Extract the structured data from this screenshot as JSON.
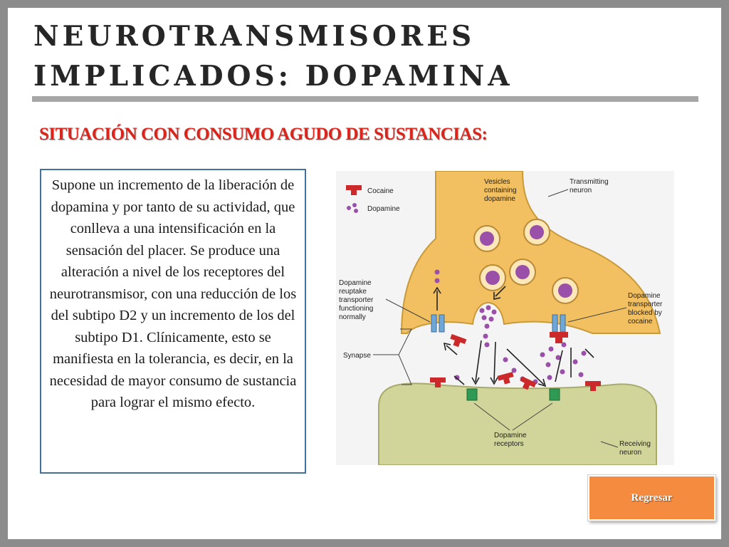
{
  "slide": {
    "title_line1": "NEUROTRANSMISORES",
    "title_line2": "IMPLICADOS: DOPAMINA",
    "subtitle": "SITUACIÓN CON CONSUMO AGUDO DE SUSTANCIAS:",
    "body_text": "Supone un incremento de la liberación de dopamina y por tanto de su actividad, que conlleva a una intensificación en la sensación del placer. Se produce una alteración a nivel de los receptores del neurotransmisor, con una reducción de los del subtipo D2 y un incremento de los del subtipo D1. Clínicamente, esto se manifiesta en la tolerancia, es decir, en la necesidad de mayor consumo de sustancia para lograr el mismo efecto."
  },
  "diagram": {
    "legend_cocaine": "Cocaine",
    "legend_dopamine": "Dopamine",
    "vesicles_l1": "Vesicles",
    "vesicles_l2": "containing",
    "vesicles_l3": "dopamine",
    "transmitting_l1": "Transmitting",
    "transmitting_l2": "neuron",
    "reuptake_l1": "Dopamine",
    "reuptake_l2": "reuptake",
    "reuptake_l3": "transporter",
    "reuptake_l4": "functioning",
    "reuptake_l5": "normally",
    "blocked_l1": "Dopamine",
    "blocked_l2": "transporter",
    "blocked_l3": "blocked by",
    "blocked_l4": "cocaine",
    "synapse": "Synapse",
    "receptors_l1": "Dopamine",
    "receptors_l2": "receptors",
    "receiving_l1": "Receiving",
    "receiving_l2": "neuron",
    "colors": {
      "neuron_top": "#f2c060",
      "neuron_bottom": "#d2d59a",
      "dopamine": "#9a4fa8",
      "cocaine": "#cc2a2a",
      "transporter": "#6fa8d6",
      "receptor": "#2f9a53"
    }
  },
  "button": {
    "label": "Regresar",
    "color": "#f58b3f"
  }
}
